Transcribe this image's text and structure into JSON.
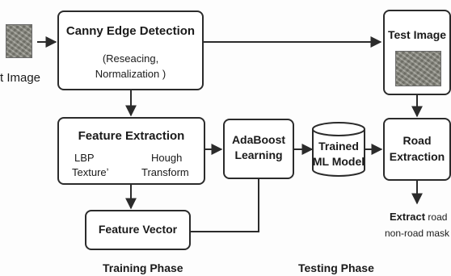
{
  "input": {
    "label": "t Image",
    "thumbnail_icon": "satellite-image-thumbnail"
  },
  "canny": {
    "title": "Canny Edge Detection",
    "line1": "(Reseacing,",
    "line2": "Normalization )"
  },
  "feature_extraction": {
    "title": "Feature Extraction",
    "lbp_line1": "LBP",
    "lbp_line2": "Textureʼ",
    "hough_line1": "Hough",
    "hough_line2": "Transform"
  },
  "feature_vector": {
    "title": "Feature Vector"
  },
  "adaboost": {
    "line1": "AdaBoost",
    "line2": "Learning"
  },
  "trained_model": {
    "line1": "Trained",
    "line2": "ML Model",
    "shape": "cylinder"
  },
  "test_image": {
    "title": "Test Image",
    "thumbnail_icon": "satellite-image-thumbnail"
  },
  "road_extraction": {
    "line1": "Road",
    "line2": "Extraction"
  },
  "output": {
    "bold_word": "Extract",
    "rest_line1": " road",
    "line2": "non-road mask"
  },
  "phases": {
    "training": "Training Phase",
    "testing": "Testing Phase"
  },
  "colors": {
    "stroke": "#2b2b2b",
    "text": "#1a1a1a",
    "background": "#fdfdfd"
  }
}
